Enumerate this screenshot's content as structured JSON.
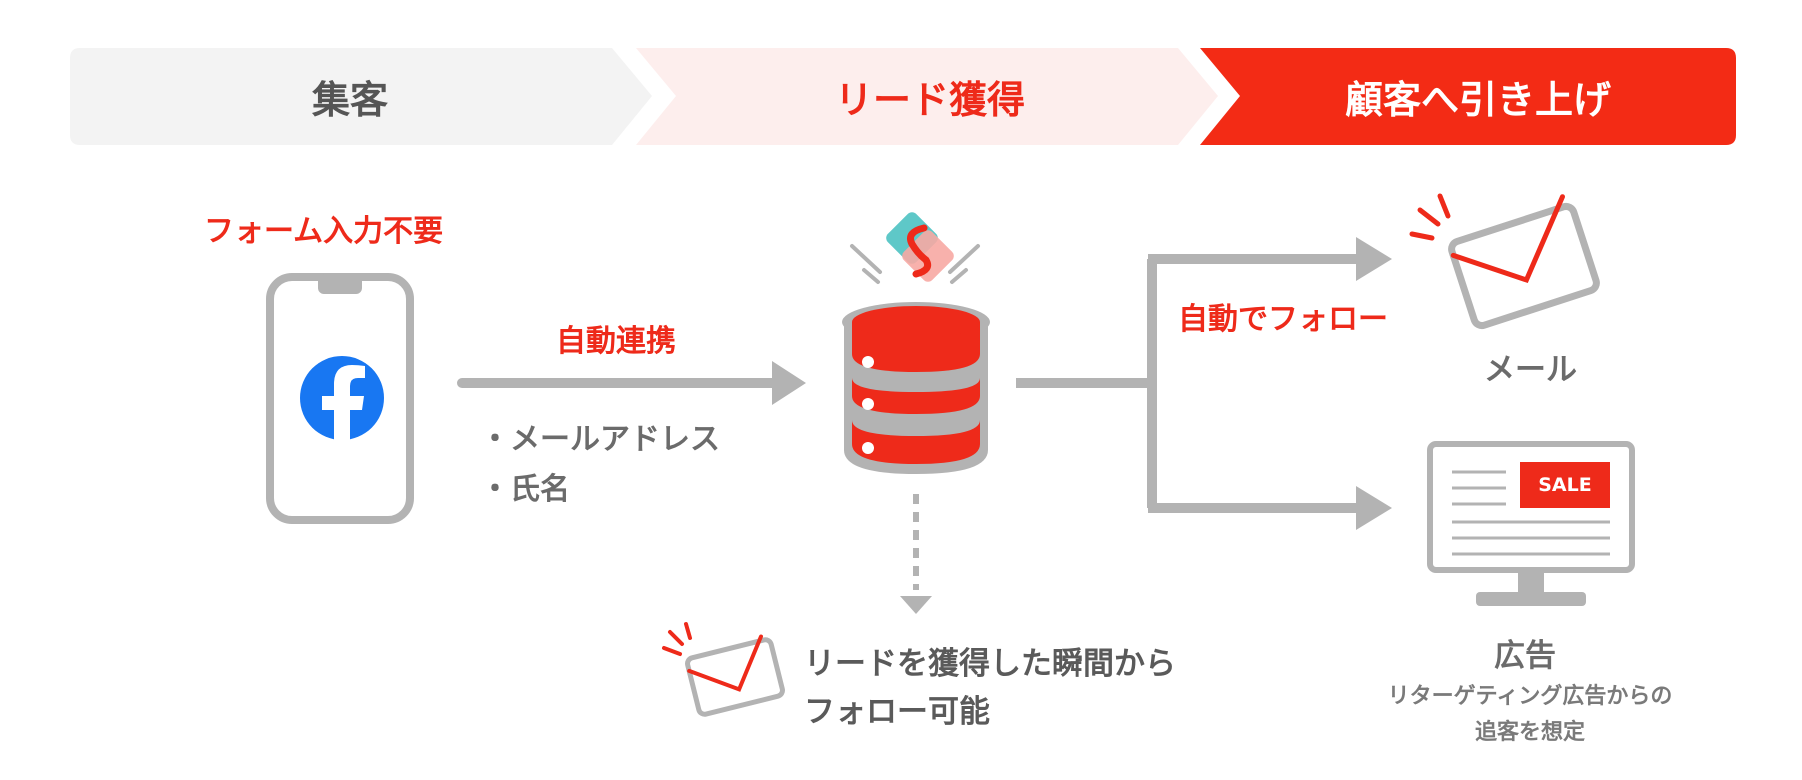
{
  "stages": [
    {
      "label": "集客",
      "bg": "#f3f3f3",
      "fg": "#555555"
    },
    {
      "label": "リード獲得",
      "bg": "#fdeeed",
      "fg": "#ee2a1a"
    },
    {
      "label": "顧客へ引き上げ",
      "bg": "#f32b15",
      "fg": "#ffffff"
    }
  ],
  "left": {
    "caption": "フォーム入力不要",
    "icon": "facebook-icon"
  },
  "middle": {
    "caption": "自動連携",
    "fields": [
      "・メールアドレス",
      "・氏名"
    ]
  },
  "bottom": {
    "line1": "リードを獲得した瞬間から",
    "line2": "フォロー可能"
  },
  "right": {
    "caption": "自動でフォロー",
    "mail_label": "メール",
    "ad_label": "広告",
    "ad_note_line1": "リターゲティング広告からの",
    "ad_note_line2": "追客を想定",
    "sale_badge": "SALE"
  },
  "colors": {
    "accent": "#ee2a1a",
    "arrow": "#b3b3b3",
    "teal": "#5ec8c8"
  }
}
